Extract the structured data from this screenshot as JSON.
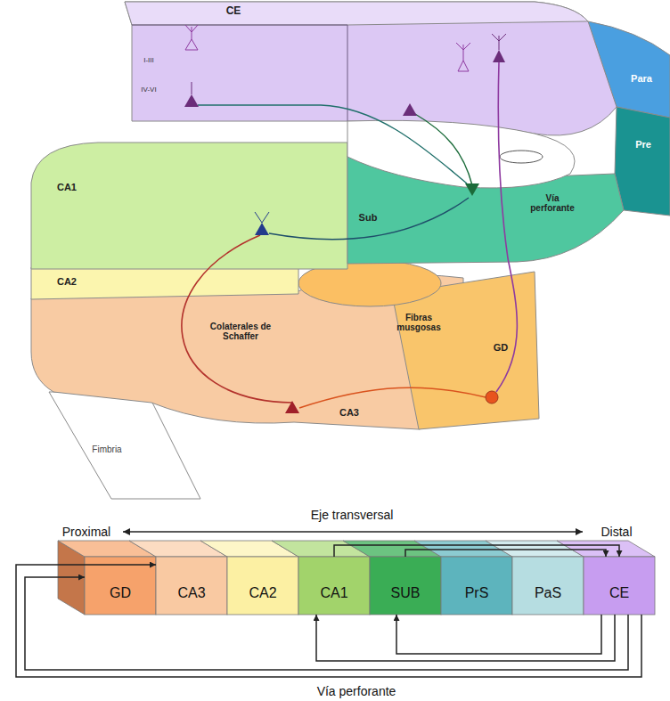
{
  "diagram": {
    "nodes": [
      {
        "text": [
          "GD"
        ]
      },
      {
        "text": [
          "CA3"
        ]
      },
      {
        "text": [
          "CA2"
        ]
      },
      {
        "text": [
          "CA1"
        ]
      },
      {
        "text": [
          "SUB"
        ]
      },
      {
        "text": [
          "PrS"
        ]
      },
      {
        "text": [
          "PaS"
        ]
      },
      {
        "text": [
          "CE"
        ]
      }
    ],
    "edges": [
      {
        "from": 7,
        "to": 0,
        "arrow": "to"
      },
      {
        "from": 7,
        "to": 1,
        "arrow": "to"
      },
      {
        "from": 7,
        "to": 3,
        "arrow": "to"
      },
      {
        "from": 7,
        "to": 4,
        "arrow": "to"
      },
      {
        "from": 3,
        "to": 7,
        "arrow": "to"
      },
      {
        "from": 4,
        "to": 7,
        "arrow": "to"
      }
    ],
    "labels": [
      "CE",
      "I-III",
      "IV-VI",
      "Para",
      "Pre",
      "CA1",
      "Sub",
      "Vía perforante",
      "CA2",
      "Colaterales de Schaffer",
      "Fibras musgosas",
      "GD",
      "CA3",
      "Fimbria",
      "Proximal",
      "Eje transversal",
      "Distal",
      "Vía perforante"
    ]
  }
}
